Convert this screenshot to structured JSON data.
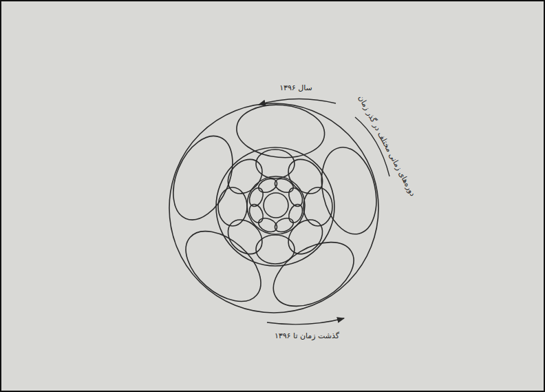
{
  "diagram": {
    "labels": [
      "سال ۱۳۹۶",
      "دوره‌های زمانی مختلف در گذر زمان",
      "گذشت زمان تا ۱۳۹۶"
    ]
  }
}
